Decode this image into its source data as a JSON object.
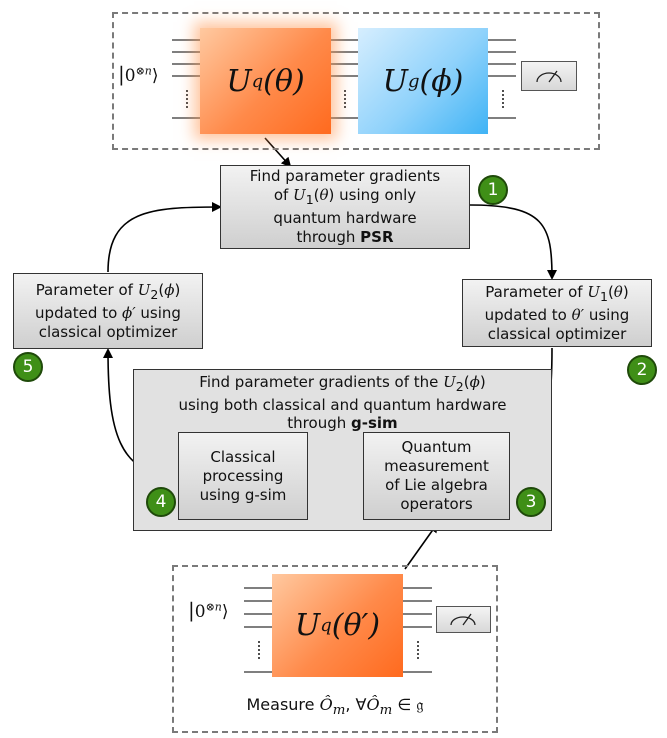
{
  "top_circuit": {
    "ket": "|0⊗n⟩",
    "gate_q": "Uq(θ)",
    "gate_g": "Ug(ϕ)"
  },
  "bottom_circuit": {
    "ket": "|0⊗n⟩",
    "gate_q": "Uq(θ′)",
    "caption": "Measure Ôm, ∀Ôm ∈ 𝔤"
  },
  "steps": [
    {
      "badge": "1",
      "line1": "Find parameter gradients",
      "line2": "of U1(θ) using only",
      "line3": "quantum hardware",
      "line4": "through PSR"
    },
    {
      "badge": "2",
      "line1": "Parameter of U1(θ)",
      "line2": "updated to θ′ using",
      "line3": "classical optimizer"
    },
    {
      "badge": "3",
      "line1": "Quantum",
      "line2": "measurement",
      "line3": "of Lie algebra",
      "line4": "operators"
    },
    {
      "badge": "4",
      "line1": "Classical",
      "line2": "processing",
      "line3": "using g-sim"
    },
    {
      "badge": "5",
      "line1": "Parameter of U2(ϕ)",
      "line2": "updated to ϕ′ using",
      "line3": "classical optimizer"
    }
  ],
  "gsim_group": {
    "line1": "Find parameter gradients of the U2(ϕ)",
    "line2": "using both classical and quantum hardware",
    "line3": "through g-sim"
  }
}
